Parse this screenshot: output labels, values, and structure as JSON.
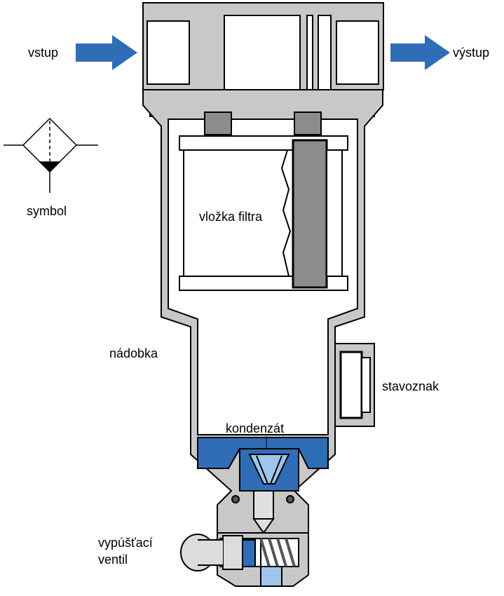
{
  "labels": {
    "inlet": "vstup",
    "outlet": "výstup",
    "symbol": "symbol",
    "filter_element": "vložka filtra",
    "bowl": "nádobka",
    "level_gauge": "stavoznak",
    "condensate": "kondenzát",
    "drain_valve_line1": "vypúšťací",
    "drain_valve_line2": "ventil"
  },
  "colors": {
    "housing": "#c8c8c8",
    "housing_dark": "#8c8c8c",
    "outline": "#000000",
    "arrow": "#2f6db6",
    "condensate": "#2f6db6",
    "condensate_light": "#9ec6ea",
    "air_space": "#ffffff"
  }
}
